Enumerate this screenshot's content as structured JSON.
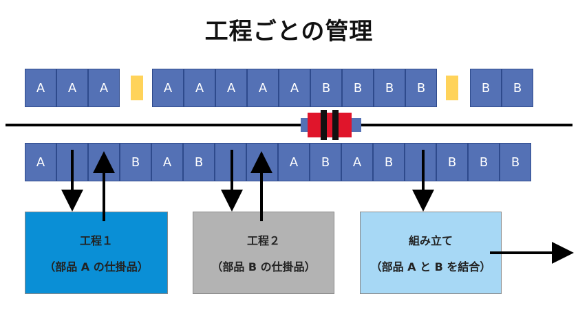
{
  "title": "工程ごとの管理",
  "top_row": {
    "groups": [
      {
        "cells": [
          "A",
          "A",
          "A"
        ]
      },
      {
        "cells": [
          "A",
          "A",
          "A",
          "A",
          "A",
          "B",
          "B",
          "B",
          "B"
        ]
      },
      {
        "cells": [
          "B",
          "B"
        ]
      }
    ]
  },
  "bottom_row": {
    "cells": [
      "A",
      "",
      "",
      "B",
      "A",
      "B",
      "",
      "",
      "A",
      "B",
      "A",
      "B",
      "",
      "B",
      "B",
      "B"
    ]
  },
  "boxes": [
    {
      "line1": "工程１",
      "line2": "（部品 A の仕掛品）",
      "color": "#0A8FD6"
    },
    {
      "line1": "工程２",
      "line2": "（部品 B の仕掛品）",
      "color": "#B3B3B3"
    },
    {
      "line1": "組み立て",
      "line2": "（部品 A と B を結合）",
      "color": "#A7D8F5"
    }
  ],
  "colors": {
    "cell_fill": "#5471B5",
    "gap_marker": "#FFD35A",
    "conveyor_red": "#E0152B",
    "conveyor_blue": "#5471B5"
  }
}
